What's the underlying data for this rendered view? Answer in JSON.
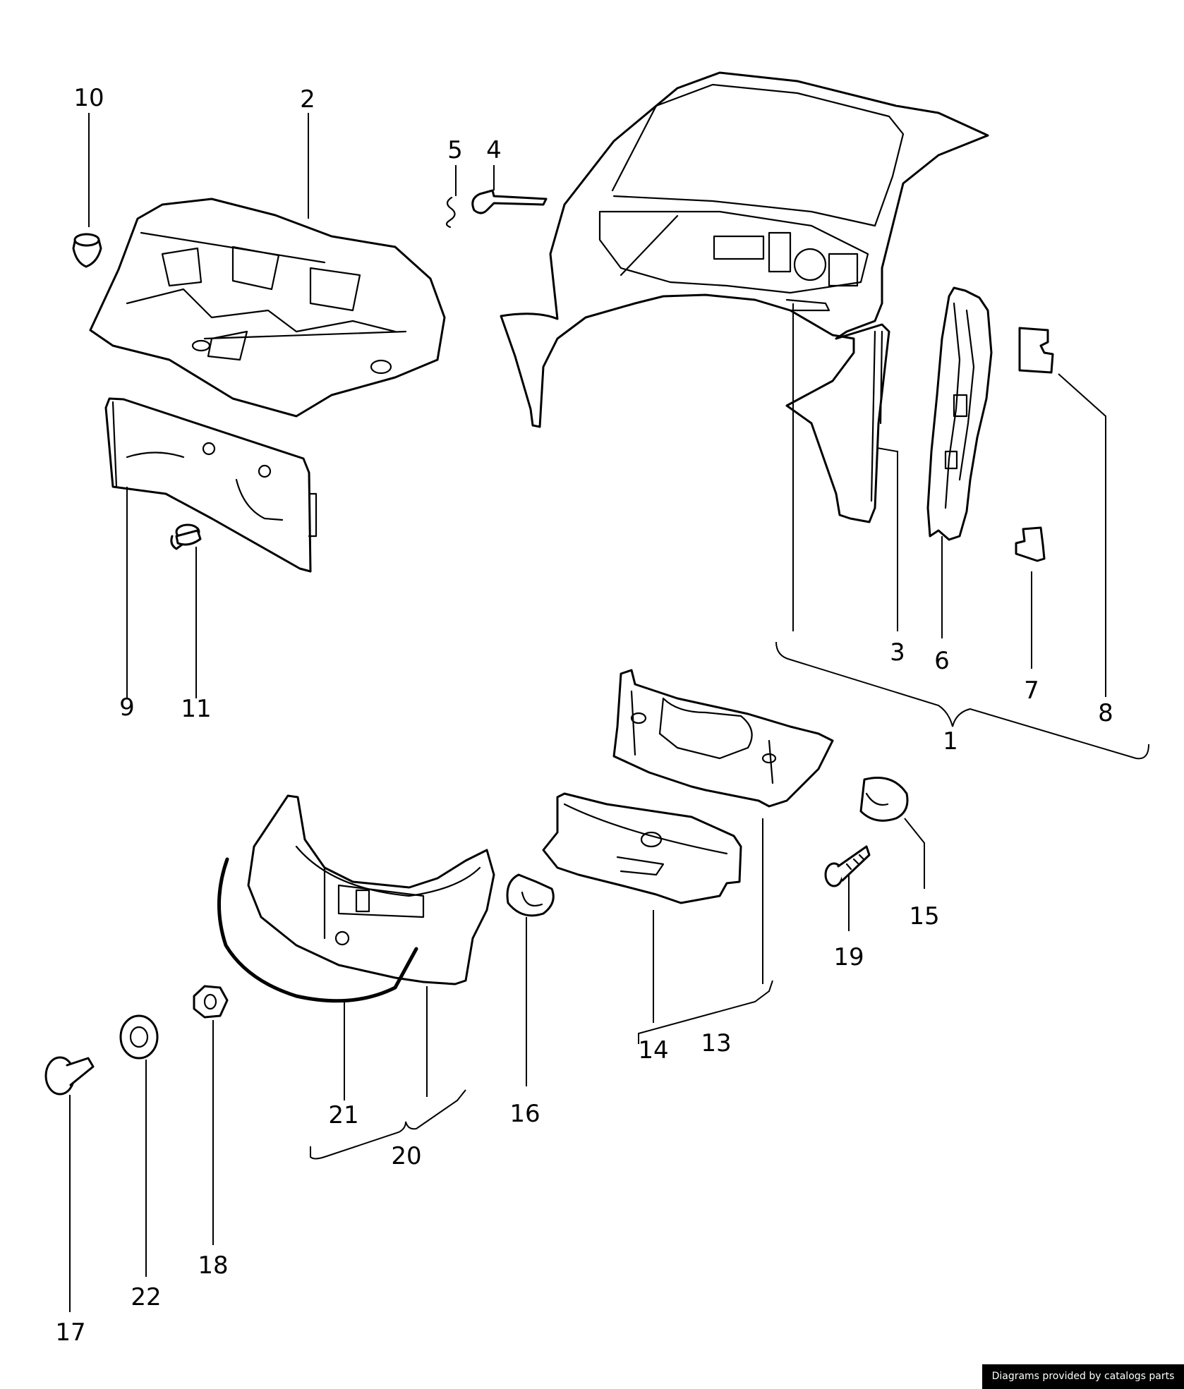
{
  "callouts": {
    "c1": "1",
    "c2": "2",
    "c3": "3",
    "c4": "4",
    "c5": "5",
    "c6": "6",
    "c7": "7",
    "c8": "8",
    "c9": "9",
    "c10": "10",
    "c11": "11",
    "c13": "13",
    "c14": "14",
    "c15": "15",
    "c16": "16",
    "c17": "17",
    "c18": "18",
    "c19": "19",
    "c20": "20",
    "c21": "21",
    "c22": "22"
  },
  "footer": {
    "credit": "Diagrams provided by catalogs parts"
  }
}
